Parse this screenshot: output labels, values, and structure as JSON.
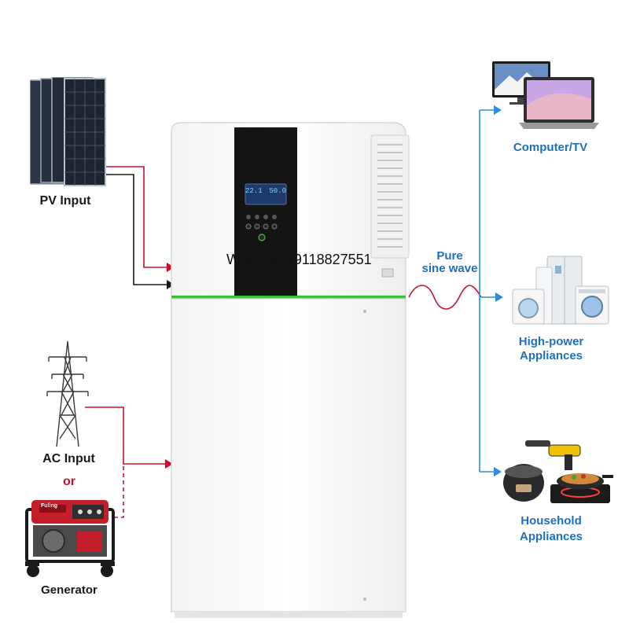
{
  "labels": {
    "pv_input": "PV Input",
    "ac_input": "AC Input",
    "or": "or",
    "generator": "Generator",
    "pure_line1": "Pure",
    "pure_line2": "sine wave",
    "computer_tv": "Computer/TV",
    "high_power_line1": "High-power",
    "high_power_line2": "Appliances",
    "household_line1": "Household",
    "household_line2": "Appliances"
  },
  "lcd": {
    "left": "22.1",
    "right": "50.0"
  },
  "watermark": "WAP+86 19118827551",
  "generator_badge": "Fuling",
  "colors": {
    "ac_wire": "#c8102e",
    "dc_wire": "#1a1a1a",
    "output_line": "#2a8de0",
    "label_blue": "#1f6fc0",
    "label_red": "#c8102e",
    "accent_green": "#3dbf3d",
    "generator_red": "#c41e2a"
  },
  "icons": [
    "solar-panel-icon",
    "power-tower-icon",
    "generator-icon",
    "inverter-battery-unit",
    "monitor-laptop-icon",
    "home-appliances-icon",
    "kitchen-appliances-icon"
  ]
}
